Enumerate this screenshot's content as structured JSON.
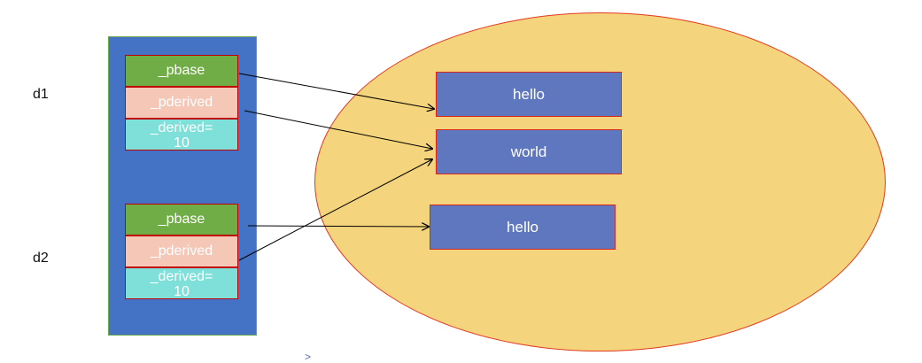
{
  "labels": {
    "d1": "d1",
    "d2": "d2"
  },
  "objects": [
    {
      "pbase": "_pbase",
      "pderived": "_pderived",
      "derived_line1": "_derived=",
      "derived_line2": "10"
    },
    {
      "pbase": "_pbase",
      "pderived": "_pderived",
      "derived_line1": "_derived=",
      "derived_line2": "10"
    }
  ],
  "heap_strings": [
    "hello",
    "world",
    "hello"
  ],
  "colors": {
    "stack": "#4472c4",
    "pbase": "#70ad47",
    "pderived": "#f4c7b7",
    "derived": "#7fe0d9",
    "heap": "#f4d47c",
    "string_box": "#5f77be",
    "border_red": "#d9261c"
  },
  "footer_caret": ">"
}
